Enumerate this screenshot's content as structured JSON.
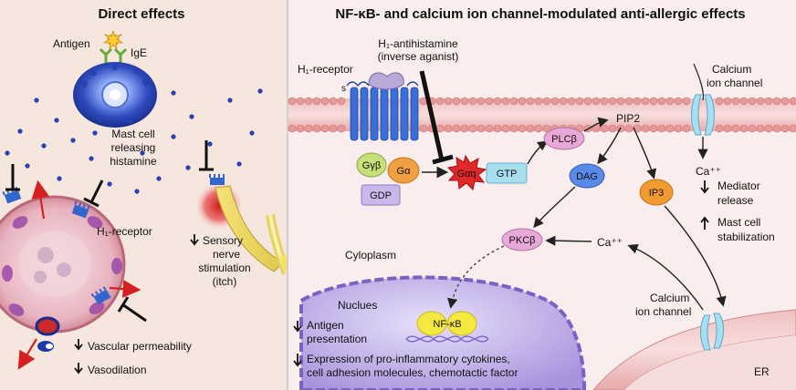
{
  "left_panel": {
    "title": "Direct effects",
    "antigen": "Antigen",
    "ige": "IgE",
    "mast_cell_1": "Mast cell",
    "mast_cell_2": "releasing",
    "mast_cell_3": "histamine",
    "h1_receptor": "H₁-receptor",
    "sensory_1": "Sensory",
    "sensory_2": "nerve",
    "sensory_3": "stimulation",
    "sensory_4": "(itch)",
    "vascular": "Vascular permeability",
    "vasodilation": "Vasodilation"
  },
  "right_panel": {
    "title": "NF-κB- and calcium ion channel-modulated anti-allergic effects",
    "antihistamine_1": "H₁-antihistamine",
    "antihistamine_2": "(inverse aganist)",
    "h1_receptor": "H₁-receptor",
    "calcium_top_1": "Calcium",
    "calcium_top_2": "ion channel",
    "g_beta_gamma": "Gγβ",
    "g_alpha": "Gα",
    "g_alpha_q": "Gαq",
    "gtp": "GTP",
    "gdp": "GDP",
    "plc_beta": "PLCβ",
    "pip2": "PIP2",
    "dag": "DAG",
    "ip3": "IP3",
    "ca_upper": "Ca⁺⁺",
    "mediator_1": "Mediator",
    "mediator_2": "release",
    "mast_stab_1": "Mast cell",
    "mast_stab_2": "stabilization",
    "pkc_beta": "PKCβ",
    "ca_lower": "Ca⁺⁺",
    "cytoplasm": "Cyloplasm",
    "nucleus": "Nuclues",
    "antigen_pres_1": "Antigen",
    "antigen_pres_2": "presentation",
    "nfkb": "NF-κB",
    "expression_1": "Expression of pro-inflammatory cytokines,",
    "expression_2": "cell adhesion molecules, chemotactic factor",
    "calcium_bottom_1": "Calcium",
    "calcium_bottom_2": "ion channel",
    "er": "ER"
  },
  "colors": {
    "left_bg": "#f5e6de",
    "mast_cell": "#3a55c8",
    "membrane": "#e8a8a8",
    "receptor": "#3366cc",
    "antihistamine": "#b9a8d8",
    "g_beta_gamma": "#c8e07a",
    "g_alpha": "#f0a040",
    "g_alpha_q": "#e02828",
    "gtp": "#a8dff0",
    "gdp": "#c8b8ec",
    "plc": "#e8a8d8",
    "dag": "#5a8ae8",
    "ip3": "#f09a30",
    "pkc": "#e8a8d8",
    "nucleus": "#b09be0",
    "nfkb": "#f5e840"
  }
}
